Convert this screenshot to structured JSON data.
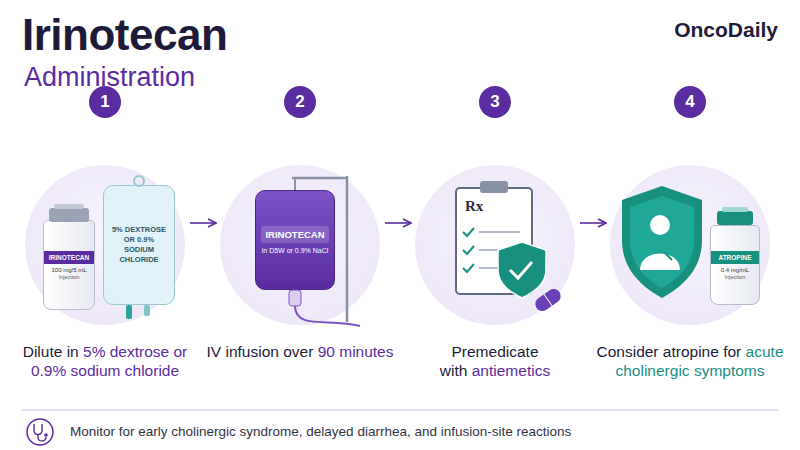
{
  "diagram": {
    "title": "Irinotecan",
    "nodes": [
      {
        "text": [
          "Dilute in",
          "5% dextrose or 0.9% sodium chloride"
        ]
      },
      {
        "text": [
          "IRINOTECAN",
          "100 mg/5 mL",
          "Injection"
        ],
        "in": 0
      },
      {
        "text": [
          "5% DEXTROSE OR 0.9% SODIUM CHLORIDE"
        ],
        "in": 0
      },
      {
        "text": [
          "IV infusion over",
          "90 minutes"
        ]
      },
      {
        "text": [
          "IRINOTECAN",
          "in D5W or 0.9% NaCl"
        ],
        "in": 3
      },
      {
        "text": [
          "Premedicate with",
          "antiemetics"
        ]
      },
      {
        "text": [
          "Rx"
        ],
        "in": 5
      },
      {
        "text": [
          "Consider atropine for",
          "acute cholinergic symptoms"
        ]
      },
      {
        "text": [
          "ATROPINE",
          "0.4 mg/mL",
          "Injection"
        ],
        "in": 7
      }
    ],
    "edges": [
      {
        "from": 0,
        "to": 3,
        "arrow": "to"
      },
      {
        "from": 3,
        "to": 5,
        "arrow": "to"
      },
      {
        "from": 5,
        "to": 7,
        "arrow": "to"
      }
    ],
    "labels": [
      "Administration",
      "OncoDaily",
      "1",
      "2",
      "3",
      "4",
      "Monitor for early cholinergic syndrome, delayed diarrhea, and infusion-site reactions"
    ]
  }
}
